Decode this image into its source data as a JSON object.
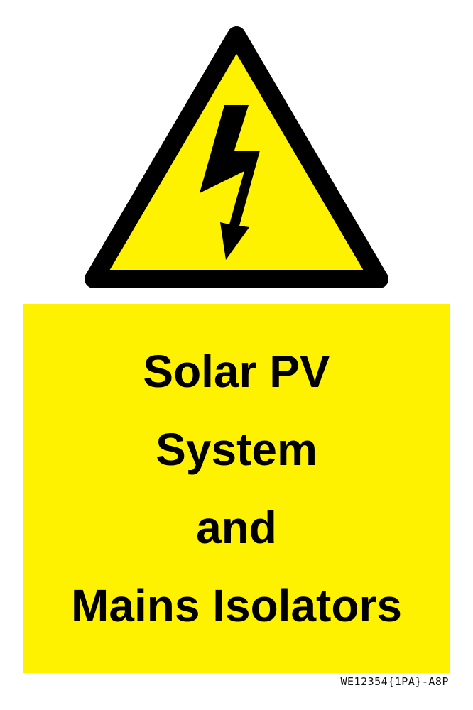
{
  "sign": {
    "lines": [
      "Solar PV",
      "System",
      "and",
      "Mains Isolators"
    ],
    "product_code": "WE12354{1PA}-A8P"
  },
  "colors": {
    "yellow": "#fff200",
    "black": "#000000"
  },
  "icons": {
    "symbol": "electrical-hazard-warning-triangle-icon"
  }
}
